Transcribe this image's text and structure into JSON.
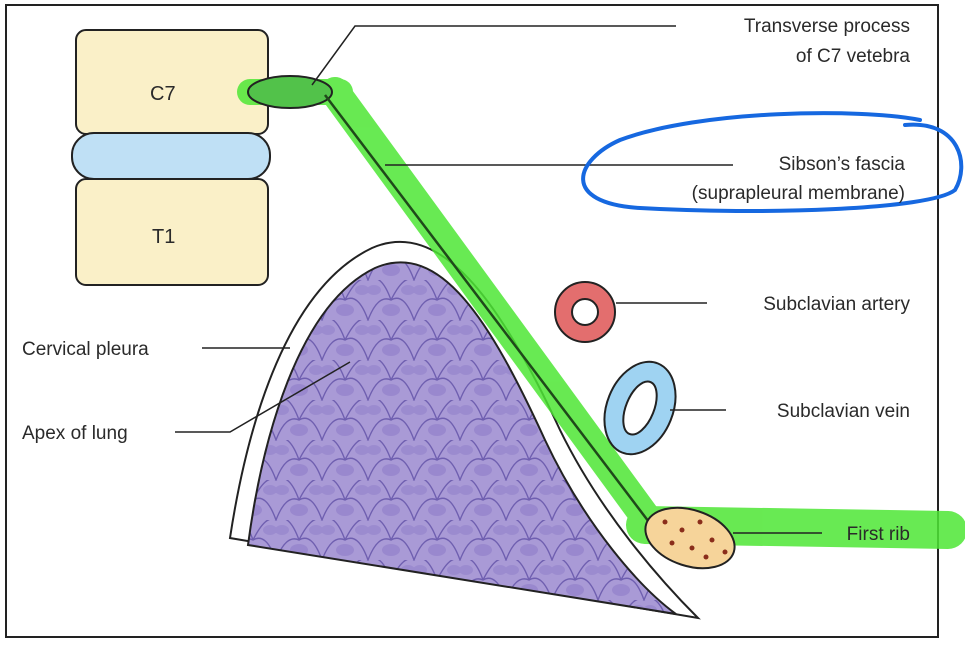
{
  "vertebrae": {
    "upper": "C7",
    "lower": "T1"
  },
  "labels": {
    "transverse_line1": "Transverse process",
    "transverse_line2": "of C7 vetebra",
    "sibson_line1": "Sibson’s fascia",
    "sibson_line2": "(suprapleural membrane)",
    "subclavian_artery": "Subclavian artery",
    "subclavian_vein": "Subclavian vein",
    "first_rib": "First rib",
    "cervical_pleura": "Cervical pleura",
    "apex_of_lung": "Apex of lung"
  },
  "colors": {
    "vertebra_fill": "#faf0c8",
    "disc_fill": "#bfe0f5",
    "highlighter_green": "#4ee635",
    "annotation_circle_blue": "#1668e0",
    "artery_ring": "#e36e6e",
    "vein_ring": "#9fd3f2",
    "lung_fill": "#a99ad6",
    "rib_fill": "#f6d49a"
  }
}
